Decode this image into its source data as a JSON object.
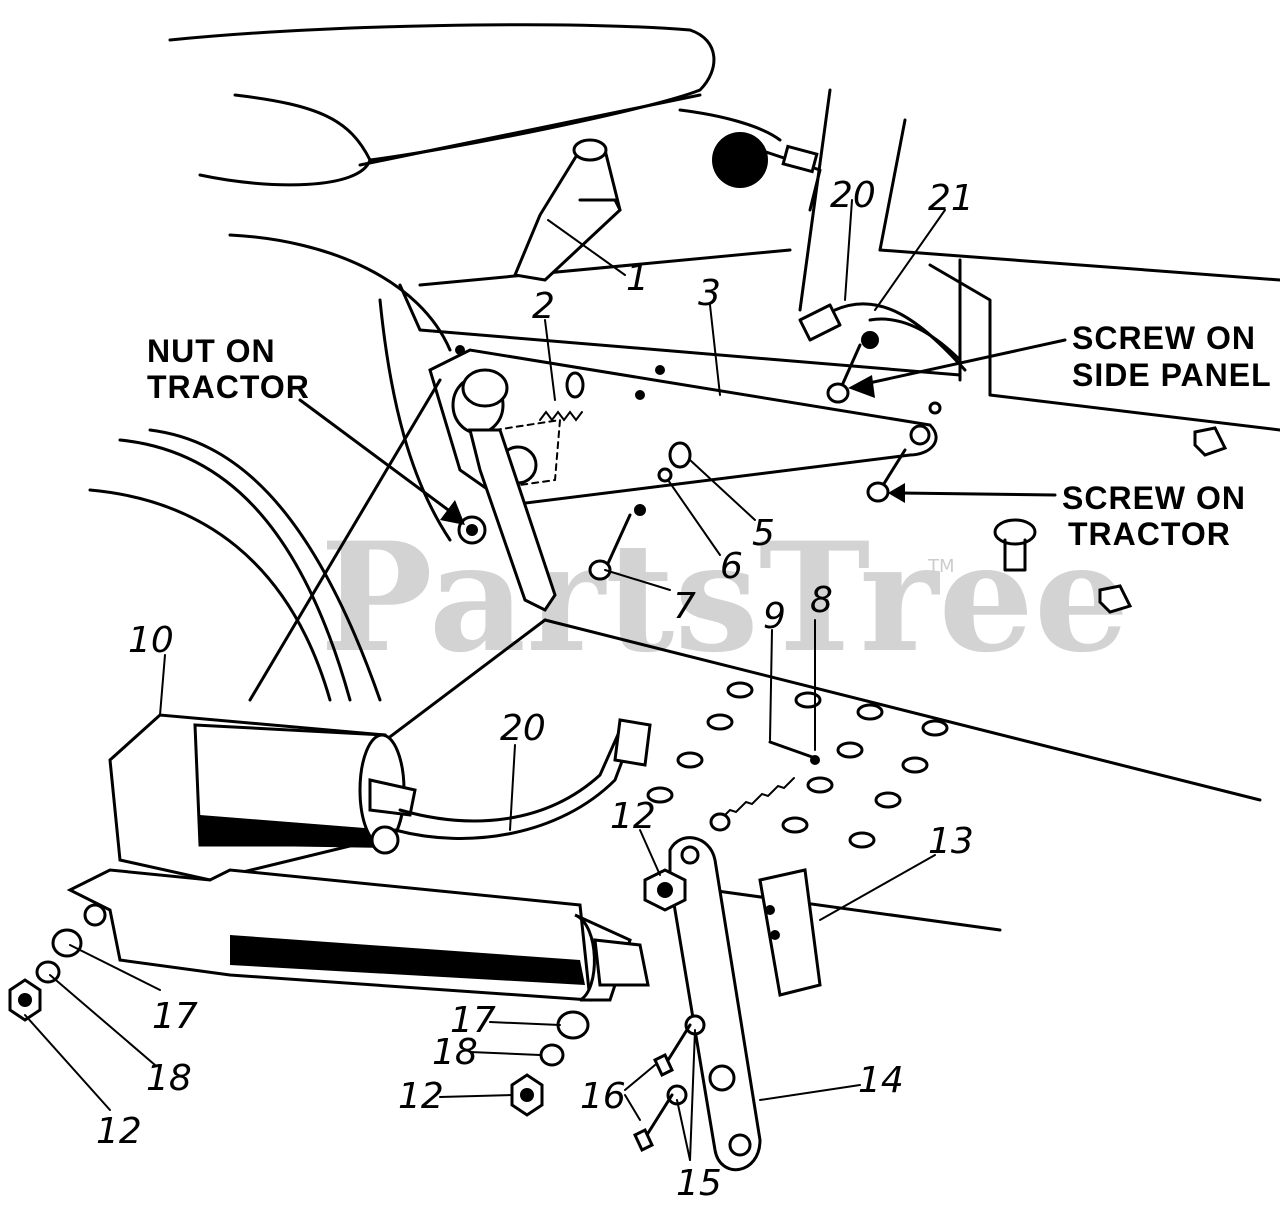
{
  "watermark": {
    "text": "PartsTree",
    "trademark": "TM"
  },
  "callouts": {
    "nut_on_tractor": [
      "NUT ON",
      "TRACTOR"
    ],
    "screw_on_side_panel": [
      "SCREW ON",
      "SIDE PANEL"
    ],
    "screw_on_tractor": [
      "SCREW ON",
      "TRACTOR"
    ]
  },
  "part_numbers": {
    "p1": "1",
    "p2": "2",
    "p3": "3",
    "p5": "5",
    "p6": "6",
    "p7": "7",
    "p8": "8",
    "p9": "9",
    "p10": "10",
    "p12a": "12",
    "p12b": "12",
    "p12c": "12",
    "p13": "13",
    "p14": "14",
    "p15": "15",
    "p16": "16",
    "p17a": "17",
    "p17b": "17",
    "p18a": "18",
    "p18b": "18",
    "p20a": "20",
    "p20b": "20",
    "p21": "21"
  }
}
